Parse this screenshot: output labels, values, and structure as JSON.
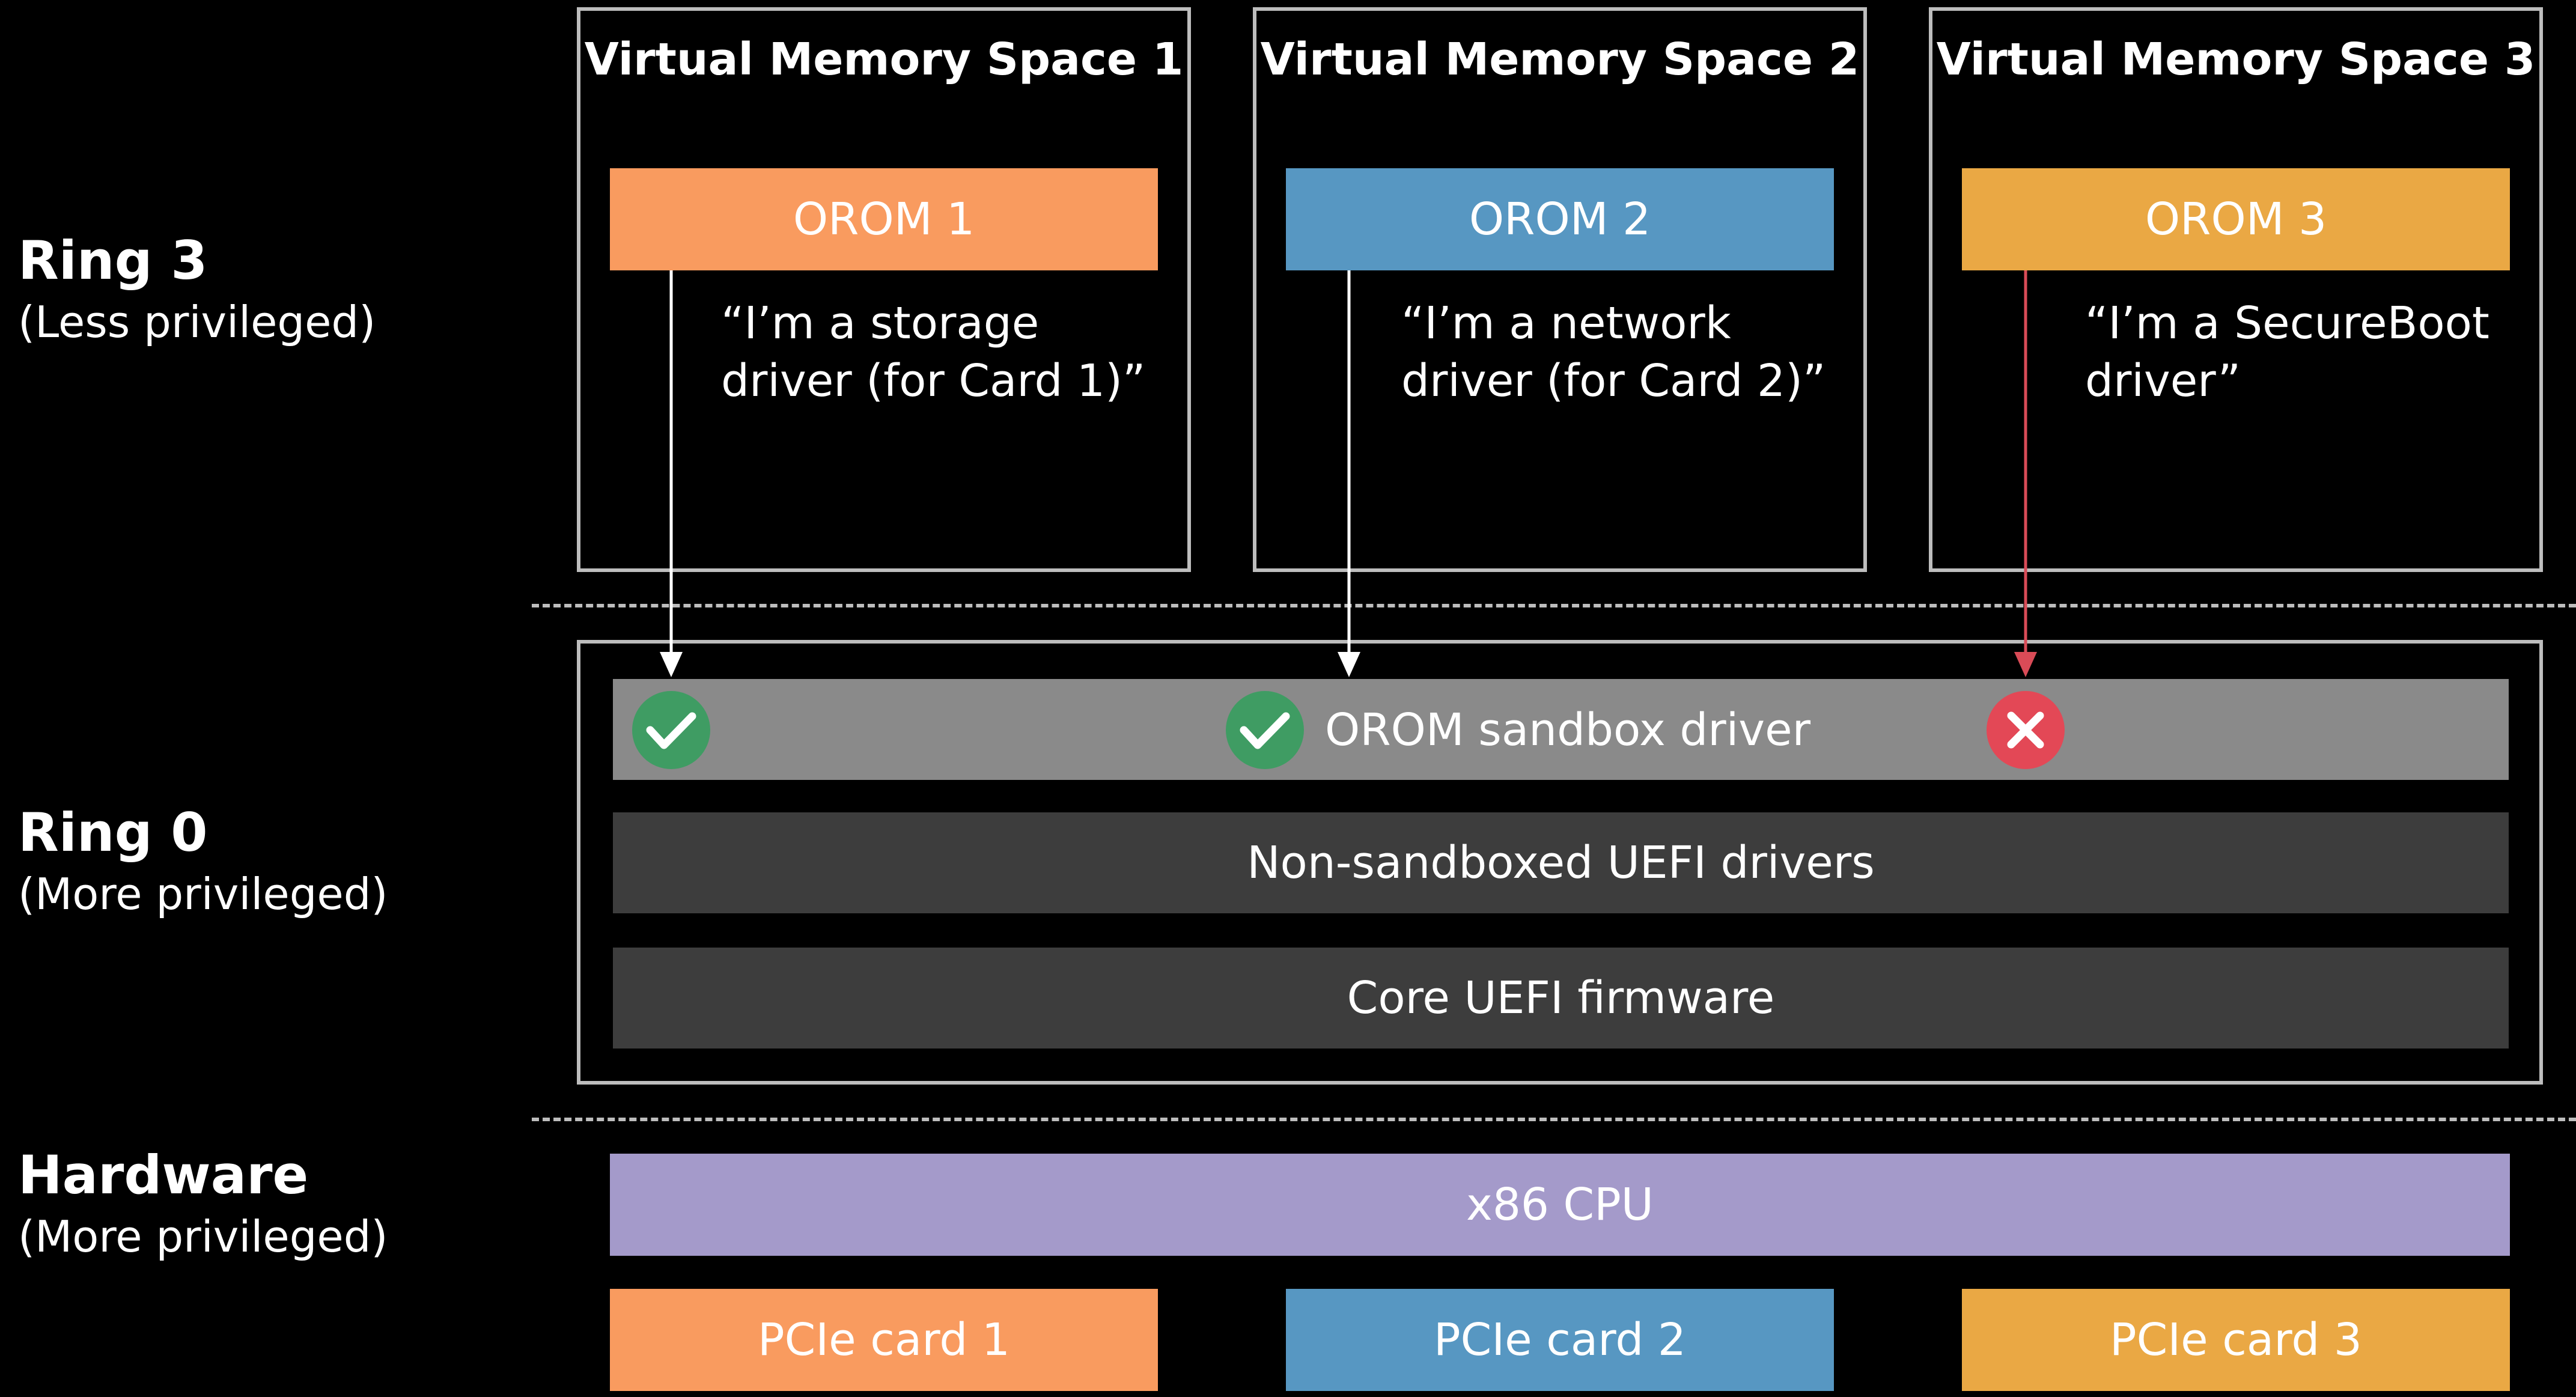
{
  "rings": {
    "ring3": {
      "title": "Ring 3",
      "subtitle": "(Less privileged)"
    },
    "ring0": {
      "title": "Ring 0",
      "subtitle": "(More privileged)"
    },
    "hardware": {
      "title": "Hardware",
      "subtitle": "(More privileged)"
    }
  },
  "vm_spaces": [
    {
      "title": "Virtual Memory Space 1",
      "orom": "OROM 1",
      "quote_line1": "“I’m a storage",
      "quote_line2": "driver (for Card 1)”",
      "color": "#f99b5f",
      "status": "allowed"
    },
    {
      "title": "Virtual Memory Space 2",
      "orom": "OROM 2",
      "quote_line1": "“I’m a network",
      "quote_line2": "driver (for Card 2)”",
      "color": "#5797c2",
      "status": "allowed"
    },
    {
      "title": "Virtual Memory Space 3",
      "orom": "OROM 3",
      "quote_line1": "“I’m a SecureBoot",
      "quote_line2": "driver”",
      "color": "#eaa844",
      "status": "denied"
    }
  ],
  "ring0_layers": {
    "sandbox": "OROM sandbox driver",
    "non_sandboxed": "Non-sandboxed UEFI drivers",
    "core": "Core UEFI firmware"
  },
  "hardware": {
    "cpu": "x86 CPU",
    "cards": [
      "PCIe card 1",
      "PCIe card 2",
      "PCIe card 3"
    ]
  },
  "icons": {
    "check": "check-circle-icon",
    "deny": "x-circle-icon",
    "allowed_color": "#3f9c63",
    "denied_color": "#e34856",
    "denied_arrow_color": "#d94b57"
  }
}
